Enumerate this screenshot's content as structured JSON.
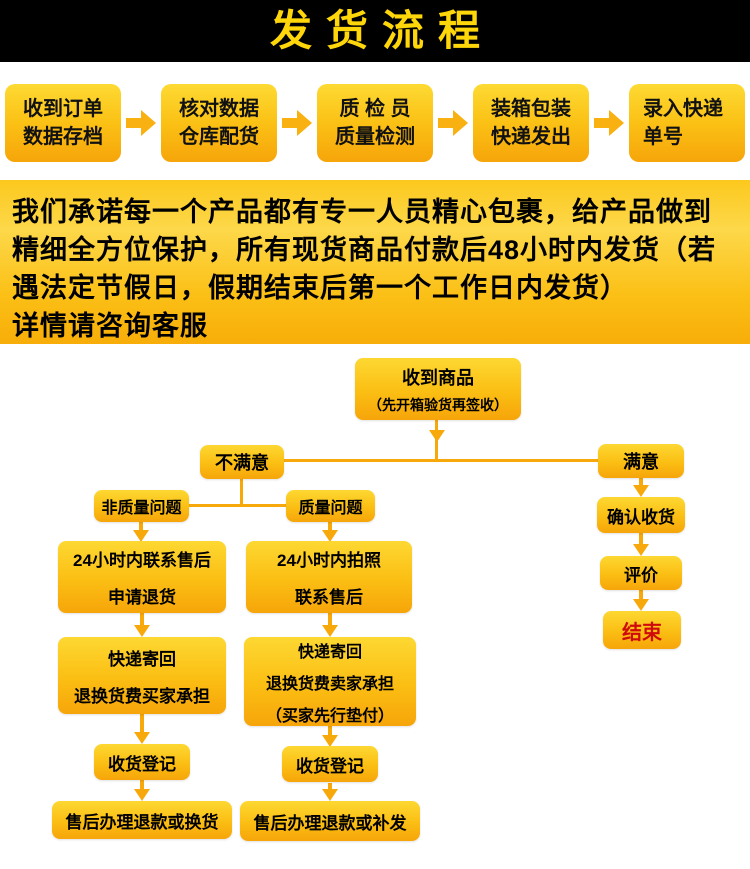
{
  "header": {
    "title": "发货流程"
  },
  "process_row": {
    "steps": [
      {
        "line1": "收到订单",
        "line2": "数据存档"
      },
      {
        "line1": "核对数据",
        "line2": "仓库配货"
      },
      {
        "line1": "质 检 员",
        "line2": "质量检测"
      },
      {
        "line1": "装箱包装",
        "line2": "快递发出"
      },
      {
        "line1": "录入快递",
        "line2": "单号"
      }
    ]
  },
  "promise": {
    "lines": [
      "我们承诺每一个产品都有专一人员精心包裹，给产品做到",
      "精细全方位保护，所有现货商品付款后48小时内发货（若",
      "遇法定节假日，假期结束后第一个工作日内发货）",
      "详情请咨询客服"
    ]
  },
  "flowchart": {
    "receive_title": "收到商品",
    "receive_sub": "（先开箱验货再签收）",
    "unsatisfied": "不满意",
    "satisfied": "满意",
    "non_quality_issue": "非质量问题",
    "quality_issue": "质量问题",
    "left_contact_line1": "24小时内联系售后",
    "left_contact_line2": "申请退货",
    "mid_contact_line1": "24小时内拍照",
    "mid_contact_line2": "联系售后",
    "left_return_line1": "快递寄回",
    "left_return_line2": "退换货费买家承担",
    "mid_return_line1": "快递寄回",
    "mid_return_line2": "退换货费卖家承担",
    "mid_return_line3": "（买家先行垫付）",
    "left_register": "收货登记",
    "mid_register": "收货登记",
    "left_final": "售后办理退款或换货",
    "mid_final": "售后办理退款或补发",
    "confirm_receipt": "确认收货",
    "review": "评价",
    "end": "结束"
  },
  "colors": {
    "header_bg": "#000000",
    "header_text": "#ffd60a",
    "box_gradient_top": "#fdd832",
    "box_gradient_bottom": "#f6a50a",
    "banner_gradient_mid": "#fdd84a",
    "connector_line": "#f7a90c",
    "body_text": "#000000",
    "end_text": "#cf0a0a"
  }
}
